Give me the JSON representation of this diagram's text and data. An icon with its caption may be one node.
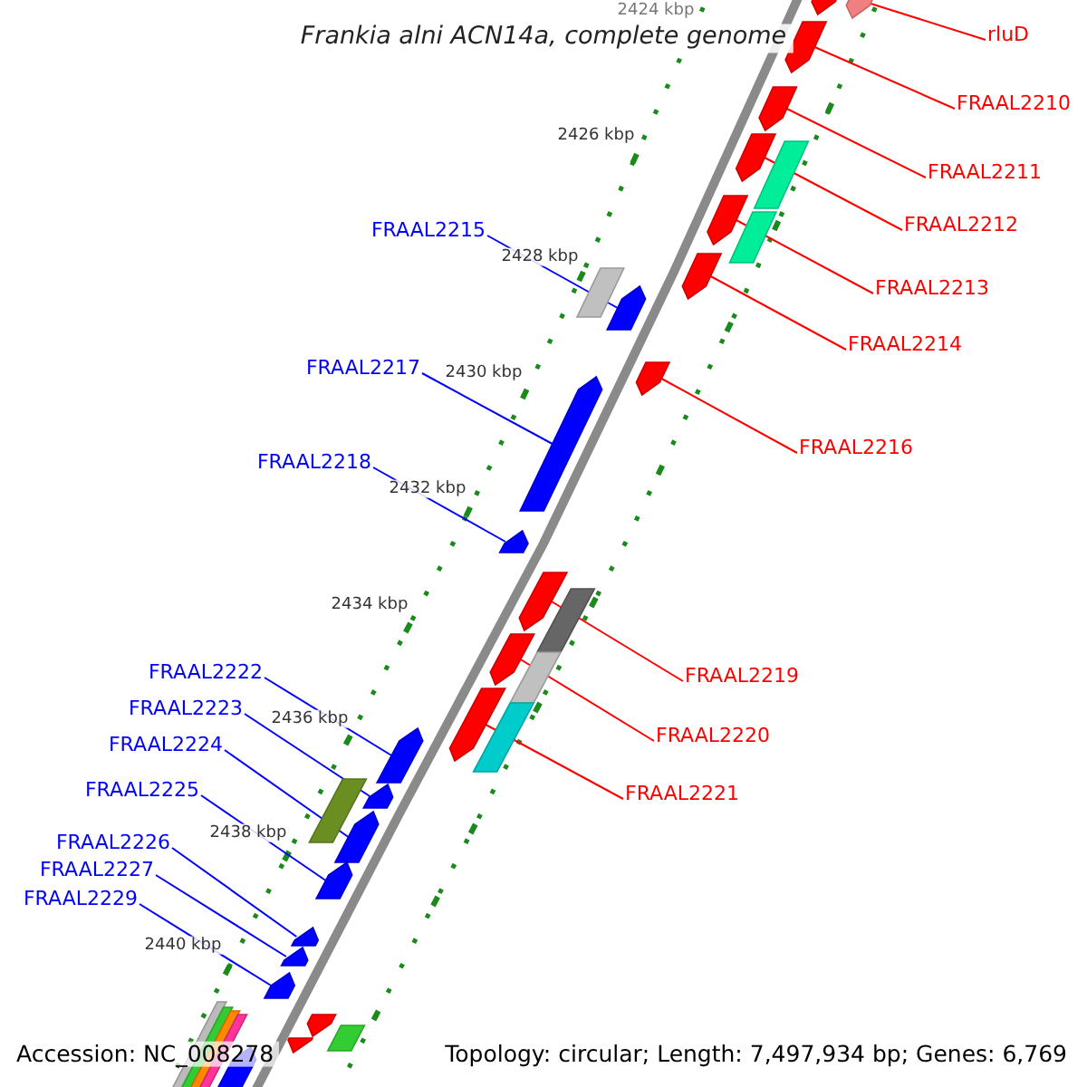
{
  "diagram": {
    "title": "Frankia alni ACN14a, complete genome",
    "nodes": [
      {
        "text": [
          "rluD"
        ]
      },
      {
        "text": [
          "FRAAL2210"
        ]
      },
      {
        "text": [
          "FRAAL2211"
        ]
      },
      {
        "text": [
          "FRAAL2212"
        ]
      },
      {
        "text": [
          "FRAAL2215"
        ]
      },
      {
        "text": [
          "FRAAL2213"
        ]
      },
      {
        "text": [
          "FRAAL2214"
        ]
      },
      {
        "text": [
          "FRAAL2217"
        ]
      },
      {
        "text": [
          "FRAAL2216"
        ]
      },
      {
        "text": [
          "FRAAL2218"
        ]
      },
      {
        "text": [
          "FRAAL2222"
        ]
      },
      {
        "text": [
          "FRAAL2219"
        ]
      },
      {
        "text": [
          "FRAAL2223"
        ]
      },
      {
        "text": [
          "FRAAL2220"
        ]
      },
      {
        "text": [
          "FRAAL2224"
        ]
      },
      {
        "text": [
          "FRAAL2221"
        ]
      },
      {
        "text": [
          "FRAAL2225"
        ]
      },
      {
        "text": [
          "FRAAL2226"
        ]
      },
      {
        "text": [
          "FRAAL2227"
        ]
      },
      {
        "text": [
          "FRAAL2229"
        ]
      },
      {
        "text": [],
        "shape": "bar"
      },
      {
        "text": [],
        "shape": "bar"
      },
      {
        "text": [],
        "shape": "bar"
      },
      {
        "text": [],
        "shape": "bar"
      },
      {
        "text": [],
        "shape": "box"
      },
      {
        "text": [],
        "shape": "bar"
      },
      {
        "text": [],
        "shape": "bar"
      },
      {
        "text": [],
        "shape": "box"
      },
      {
        "text": [],
        "shape": "bar"
      },
      {
        "text": [],
        "shape": "box"
      },
      {
        "text": [],
        "shape": "bar"
      },
      {
        "text": [],
        "shape": "bar"
      },
      {
        "text": [],
        "shape": "bar"
      },
      {
        "text": [],
        "shape": "bar"
      },
      {
        "text": [],
        "shape": "bar"
      },
      {
        "text": [],
        "shape": "box"
      },
      {
        "text": [],
        "shape": "bar"
      },
      {
        "text": [],
        "shape": "box"
      },
      {
        "text": [],
        "shape": "bar"
      },
      {
        "text": [],
        "shape": "box"
      },
      {
        "text": [],
        "shape": "bar"
      },
      {
        "text": [],
        "shape": "bar"
      },
      {
        "text": [],
        "shape": "box"
      },
      {
        "text": [],
        "shape": "bar"
      },
      {
        "text": [],
        "shape": "bar"
      },
      {
        "text": [],
        "shape": "bar"
      },
      {
        "text": [],
        "shape": "bar"
      },
      {
        "text": [],
        "shape": "bar"
      },
      {
        "text": [],
        "shape": "bar"
      },
      {
        "text": [],
        "shape": "bar"
      },
      {
        "text": [],
        "shape": "box"
      },
      {
        "text": [],
        "shape": "bar"
      },
      {
        "text": [],
        "shape": "box"
      },
      {
        "text": [],
        "shape": "box"
      },
      {
        "text": [],
        "shape": "box"
      },
      {
        "text": [],
        "shape": "box"
      }
    ],
    "edges": [
      {
        "from": 0,
        "to": 20,
        "arrow": "none"
      },
      {
        "from": 1,
        "to": 22,
        "arrow": "none"
      },
      {
        "from": 2,
        "to": 23,
        "arrow": "none"
      },
      {
        "from": 3,
        "to": 25,
        "arrow": "none"
      },
      {
        "from": 4,
        "to": 30,
        "arrow": "none",
        "color": "#0000ff"
      },
      {
        "from": 5,
        "to": 26,
        "arrow": "none"
      },
      {
        "from": 6,
        "to": 28,
        "arrow": "none"
      },
      {
        "from": 7,
        "to": 32,
        "arrow": "none",
        "color": "#0000ff"
      },
      {
        "from": 8,
        "to": 31,
        "arrow": "none"
      },
      {
        "from": 9,
        "to": 33,
        "arrow": "none",
        "color": "#0000ff"
      },
      {
        "from": 10,
        "to": 40,
        "arrow": "none",
        "color": "#0000ff"
      },
      {
        "from": 11,
        "to": 34,
        "arrow": "none"
      },
      {
        "from": 12,
        "to": 41,
        "arrow": "none",
        "color": "#0000ff"
      },
      {
        "from": 13,
        "to": 36,
        "arrow": "none"
      },
      {
        "from": 14,
        "to": 43,
        "arrow": "none",
        "color": "#0000ff"
      },
      {
        "from": 15,
        "to": 38,
        "arrow": "none"
      },
      {
        "from": 16,
        "to": 44,
        "arrow": "none",
        "color": "#0000ff"
      },
      {
        "from": 17,
        "to": 45,
        "arrow": "none",
        "color": "#0000ff"
      },
      {
        "from": 18,
        "to": 46,
        "arrow": "none",
        "color": "#0000ff"
      },
      {
        "from": 19,
        "to": 47,
        "arrow": "none",
        "color": "#0000ff"
      }
    ],
    "labels": [
      "2424 kbp",
      "2426 kbp",
      "2428 kbp",
      "2430 kbp",
      "2432 kbp",
      "2434 kbp",
      "2436 kbp",
      "2438 kbp",
      "2440 kbp",
      "Accession: NC_008278",
      "Topology: circular; Length: 7,497,934 bp; Genes: 6,769"
    ]
  }
}
